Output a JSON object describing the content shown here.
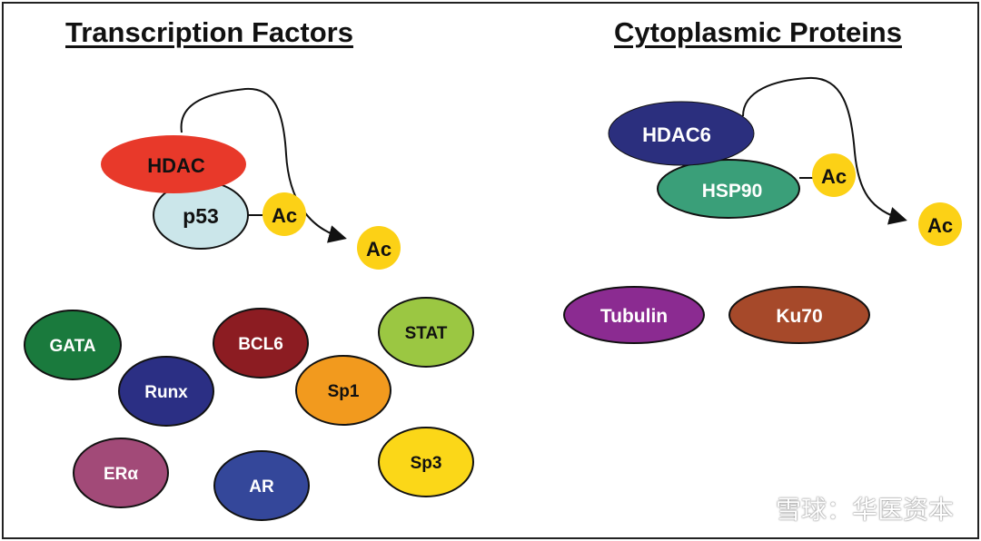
{
  "titles": {
    "transcription": "Transcription Factors",
    "cytoplasmic": "Cytoplasmic Proteins"
  },
  "nodes": {
    "hdac": "HDAC",
    "p53": "p53",
    "ac_p53": "Ac",
    "ac_released_left": "Ac",
    "hdac6": "HDAC6",
    "hsp90": "HSP90",
    "ac_hsp90": "Ac",
    "ac_released_right": "Ac",
    "gata": "GATA",
    "runx": "Runx",
    "bcl6": "BCL6",
    "sp1": "Sp1",
    "stat": "STAT",
    "sp3": "Sp3",
    "era": "ERα",
    "ar": "AR",
    "tubulin": "Tubulin",
    "ku70": "Ku70"
  },
  "colors": {
    "hdac": "#e8392a",
    "p53": "#cbe6ea",
    "acetyl": "#fcd116",
    "hdac6": "#2b2f7e",
    "hsp90": "#3a9f79",
    "gata": "#1a7a3d",
    "runx": "#2b2f84",
    "bcl6": "#8c1c22",
    "sp1": "#f29a1e",
    "stat": "#9bc742",
    "sp3": "#fbd718",
    "era": "#a24a78",
    "ar": "#34479a",
    "tubulin": "#8b2b91",
    "ku70": "#a6492a"
  },
  "watermark": "雪球：华医资本"
}
